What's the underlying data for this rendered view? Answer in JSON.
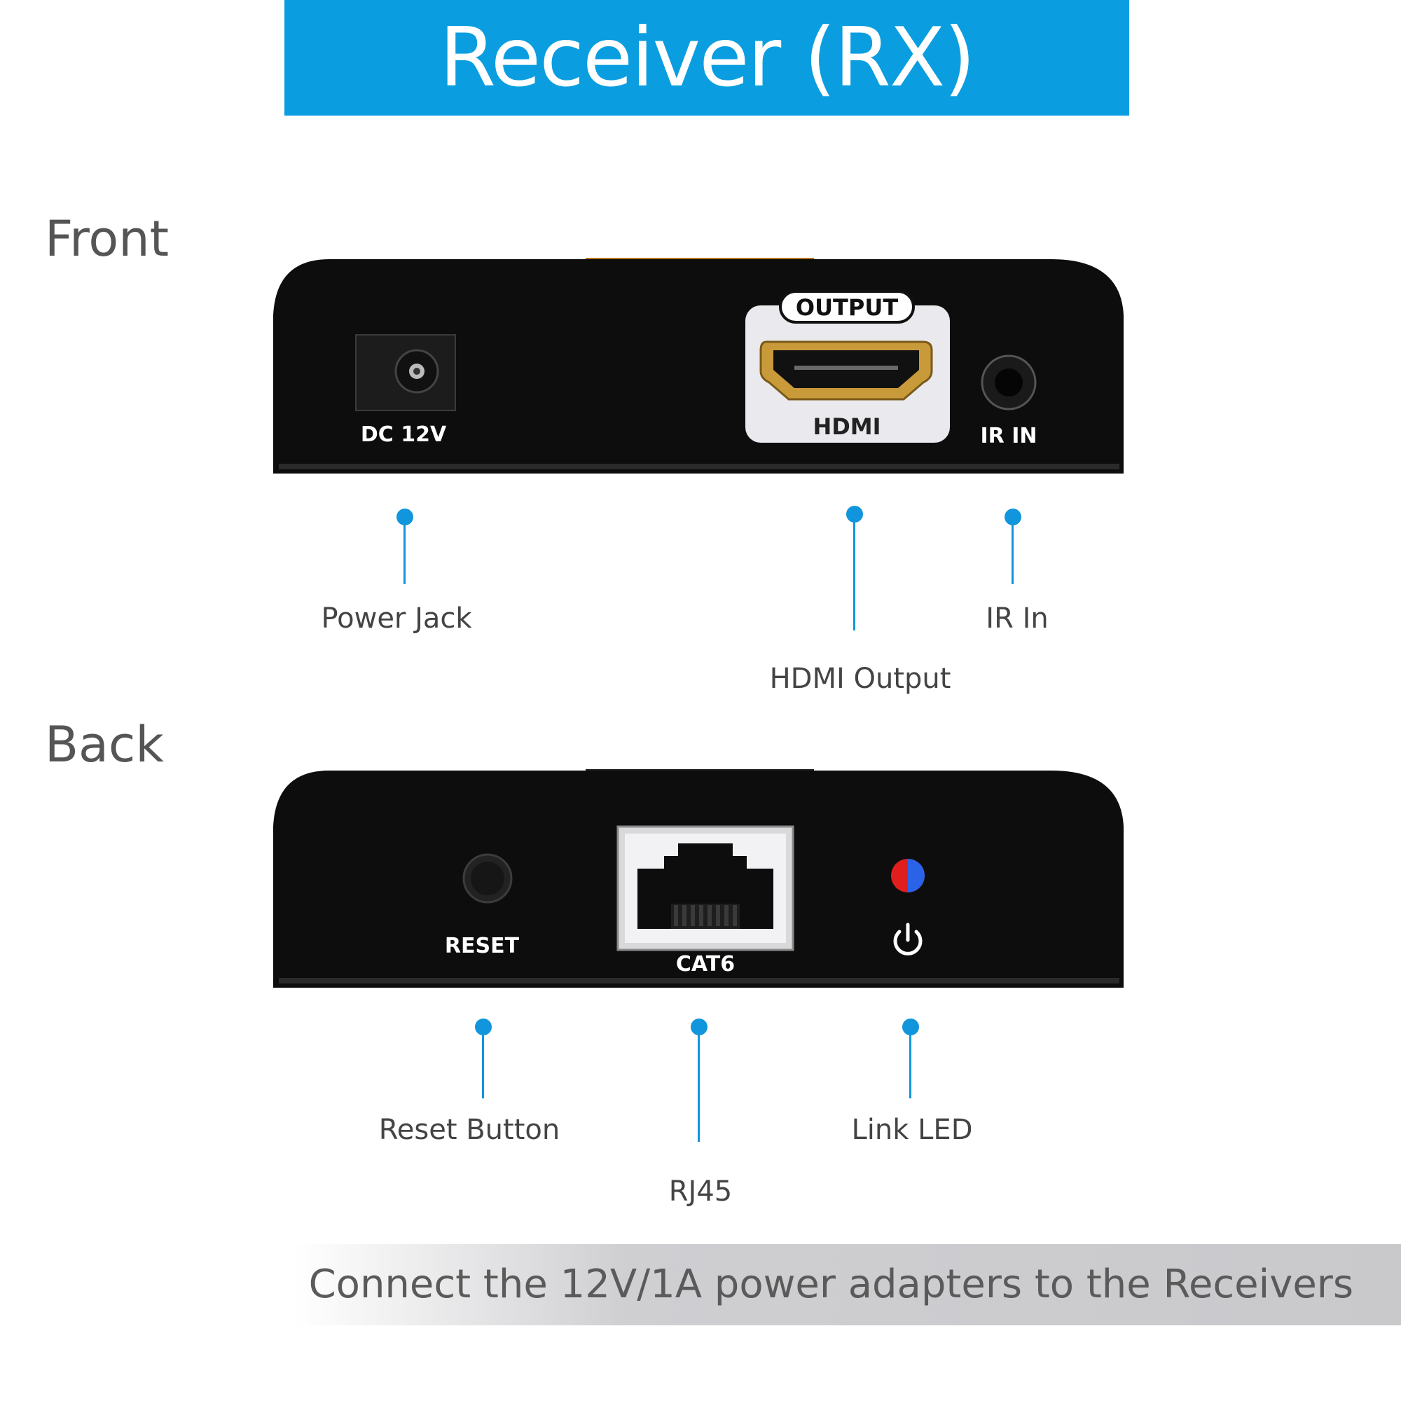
{
  "header": {
    "title": "Receiver (RX)"
  },
  "sections": {
    "front": "Front",
    "back": "Back"
  },
  "front_panel": {
    "dc_label": "DC 12V",
    "hdmi_top_label": "OUTPUT",
    "hdmi_label": "HDMI",
    "ir_label": "IR IN"
  },
  "back_panel": {
    "reset_label": "RESET",
    "rj45_label": "CAT6"
  },
  "callouts": {
    "power_jack": "Power Jack",
    "hdmi_output": "HDMI Output",
    "ir_in": "IR In",
    "reset_button": "Reset Button",
    "rj45": "RJ45",
    "link_led": "Link LED"
  },
  "footer": {
    "text": "Connect the 12V/1A power adapters to the Receivers"
  },
  "colors": {
    "accent": "#0a9ee0",
    "callout": "#1195dc",
    "device": "#111111"
  }
}
